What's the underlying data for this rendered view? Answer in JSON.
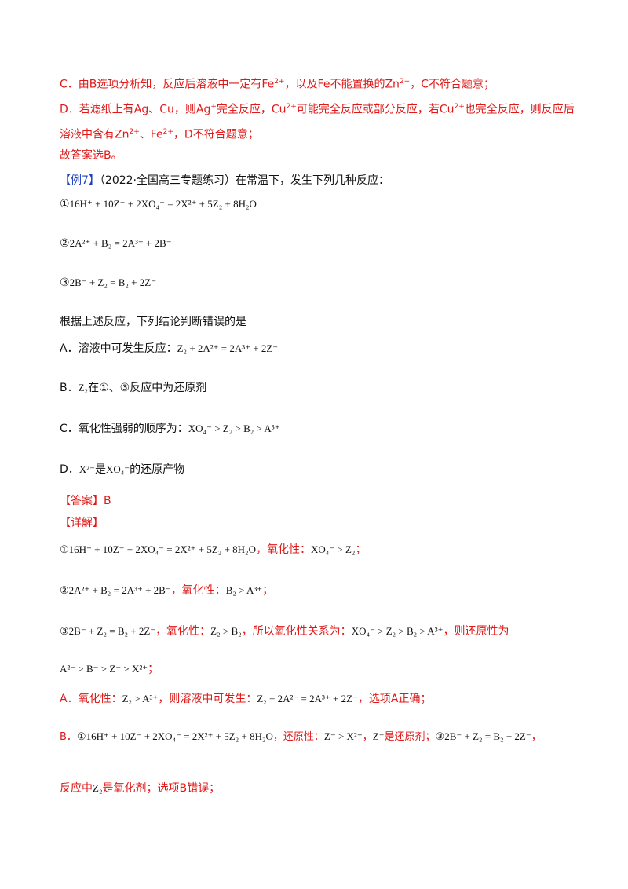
{
  "lineC": {
    "a": "C．由B选项分析知，反应后溶液中一定有Fe",
    "a_sup": "2+",
    "b": "，以及Fe不能置换的Zn",
    "b_sup": "2+",
    "c": "，C不符合题意；"
  },
  "lineD1": {
    "a": "D．若滤纸上有Ag、Cu，则Ag",
    "a_sup": "+",
    "b": "完全反应，Cu",
    "b_sup": "2+",
    "c": "可能完全反应或部分反应，若Cu",
    "c_sup": "2+",
    "d": "也完全反应，则反应后"
  },
  "lineD2": {
    "a": "溶液中含有Zn",
    "a_sup": "2+",
    "b": "、Fe",
    "b_sup": "2+",
    "c": "，D不符合题意；"
  },
  "lineAns": "故答案选B。",
  "example": {
    "tag": "【例7】",
    "source": "（2022·全国高三专题练习）在常温下，发生下列几种反应："
  },
  "reactions": {
    "r1_num": "①",
    "r1_eq": "16H⁺ + 10Z⁻ + 2XO₄⁻ = 2X²⁺ + 5Z₂ + 8H₂O",
    "r2_num": "②",
    "r2_eq": "2A²⁺ + B₂ = 2A³⁺ + 2B⁻",
    "r3_num": "③",
    "r3_eq": "2B⁻ + Z₂ = B₂ + 2Z⁻"
  },
  "question": "根据上述反应，下列结论判断错误的是",
  "options": {
    "A_text": "A．溶液中可发生反应：",
    "A_eq": "Z₂ + 2A²⁺ = 2A³⁺ + 2Z⁻",
    "B_prefix": "B．",
    "B_sym": "Z₂",
    "B_text": "在①、③反应中为还原剂",
    "C_text": "C．氧化性强弱的顺序为：",
    "C_eq": "XO₄⁻ > Z₂ > B₂ > A³⁺",
    "D_prefix": "D．",
    "D_sym1": "X²⁻",
    "D_mid": "是",
    "D_sym2": "XO₄⁻",
    "D_text": "的还原产物"
  },
  "answer": "【答案】B",
  "detail": "【详解】",
  "sol1": {
    "eq": "①16H⁺ + 10Z⁻ + 2XO₄⁻ = 2X²⁺ + 5Z₂ + 8H₂O",
    "label": "，氧化性：",
    "rel": "XO₄⁻ > Z₂",
    "end": "；"
  },
  "sol2": {
    "eq": "②2A²⁺ + B₂ = 2A³⁺ + 2B⁻",
    "label": "，氧化性：",
    "rel": "B₂ > A³⁺",
    "end": "；"
  },
  "sol3": {
    "eq": "③2B⁻ + Z₂ = B₂ + 2Z⁻",
    "label": "，氧化性：",
    "rel": "Z₂ > B₂",
    "mid": "，所以氧化性关系为：",
    "rel2": "XO₄⁻ > Z₂ > B₂ > A³⁺",
    "end": "，则还原性为"
  },
  "sol4": {
    "rel": "A²⁻ > B⁻ > Z⁻ > X²⁺",
    "end": "；"
  },
  "solA": {
    "a": "A．氧化性：",
    "rel": "Z₂ > A³⁺",
    "b": "，则溶液中可发生：",
    "eq": "Z₂ + 2A²⁻ = 2A³⁺ + 2Z⁻",
    "c": "，选项A正确；"
  },
  "solB": {
    "a": "B．",
    "eq1": "①16H⁺ + 10Z⁻ + 2XO₄⁻ = 2X²⁺ + 5Z₂ + 8H₂O",
    "b": "，还原性：",
    "rel": "Z⁻ > X²⁺",
    "c": "，",
    "sym": "Z⁻",
    "d": "是还原剂；",
    "eq2": "③2B⁻ + Z₂ = B₂ + 2Z⁻",
    "e": "，"
  },
  "solB2": {
    "a": "反应中",
    "sym": "Z₂",
    "b": "是氧化剂；选项B错误；"
  }
}
